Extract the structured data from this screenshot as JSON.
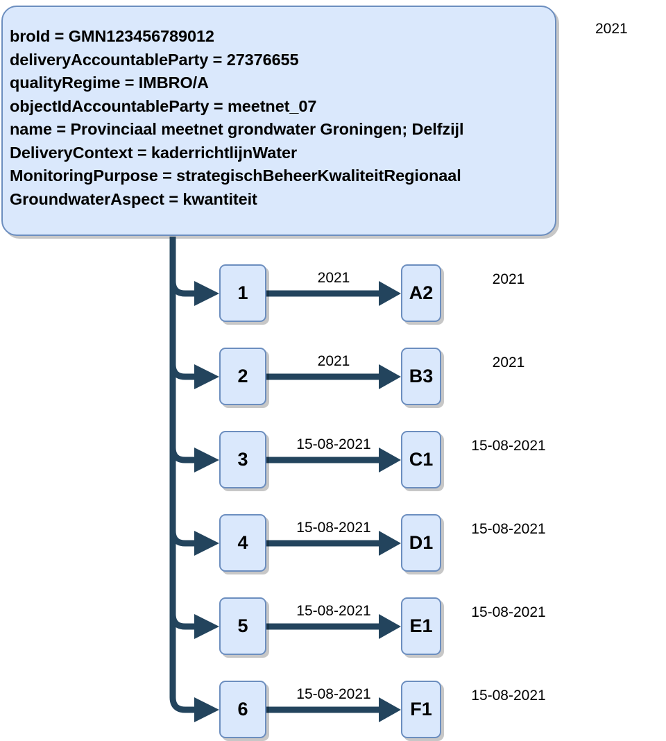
{
  "diagram": {
    "title_label": "2021",
    "header_box": {
      "lines": [
        "broId = GMN123456789012",
        "deliveryAccountableParty = 27376655",
        "qualityRegime = IMBRO/A",
        "objectIdAccountableParty = meetnet_07",
        "name = Provinciaal meetnet grondwater Groningen; Delfzijl",
        "DeliveryContext = kaderrichtlijnWater",
        "MonitoringPurpose = strategischBeheerKwaliteitRegionaal",
        "GroundwaterAspect = kwantiteit"
      ]
    },
    "rows": [
      {
        "source": "1",
        "edge_label": "2021",
        "target": "A2",
        "row_label": "2021"
      },
      {
        "source": "2",
        "edge_label": "2021",
        "target": "B3",
        "row_label": "2021"
      },
      {
        "source": "3",
        "edge_label": "15-08-2021",
        "target": "C1",
        "row_label": "15-08-2021"
      },
      {
        "source": "4",
        "edge_label": "15-08-2021",
        "target": "D1",
        "row_label": "15-08-2021"
      },
      {
        "source": "5",
        "edge_label": "15-08-2021",
        "target": "E1",
        "row_label": "15-08-2021"
      },
      {
        "source": "6",
        "edge_label": "15-08-2021",
        "target": "F1",
        "row_label": "15-08-2021"
      }
    ],
    "colors": {
      "node_fill": "#dae8fc",
      "node_border": "#6c8ebf",
      "connector": "#23445d",
      "shadow": "#b5b5b5",
      "text": "#000000",
      "background": "#ffffff"
    }
  }
}
